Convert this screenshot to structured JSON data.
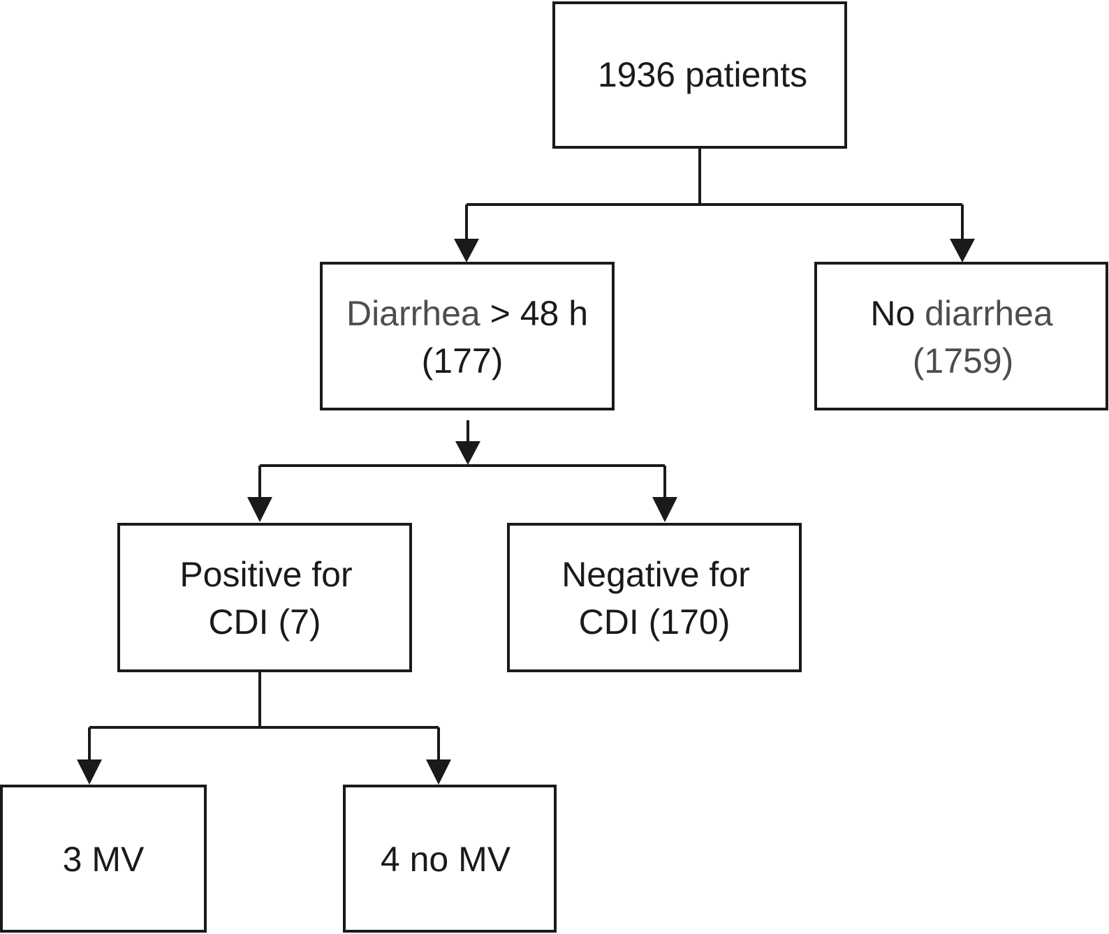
{
  "nodes": {
    "root": {
      "line1": "1936 patients"
    },
    "diarrhea": {
      "line1_a": "Diarrhea",
      "line1_b": " > 48 h",
      "line2": "(177)"
    },
    "no_diarrhea": {
      "line1_a": "No",
      "line1_b": " diarrhea",
      "line2": "(1759)"
    },
    "positive": {
      "line1": "Positive for",
      "line2": "CDI (7)"
    },
    "negative": {
      "line1": "Negative for",
      "line2": "CDI (170)"
    },
    "mv": {
      "line1": "3 MV"
    },
    "no_mv": {
      "line1": "4 no MV"
    }
  },
  "colors": {
    "stroke": "#1a1a1a",
    "text": "#1a1a1a",
    "muted_text": "#4d4d4d",
    "background": "#ffffff"
  }
}
